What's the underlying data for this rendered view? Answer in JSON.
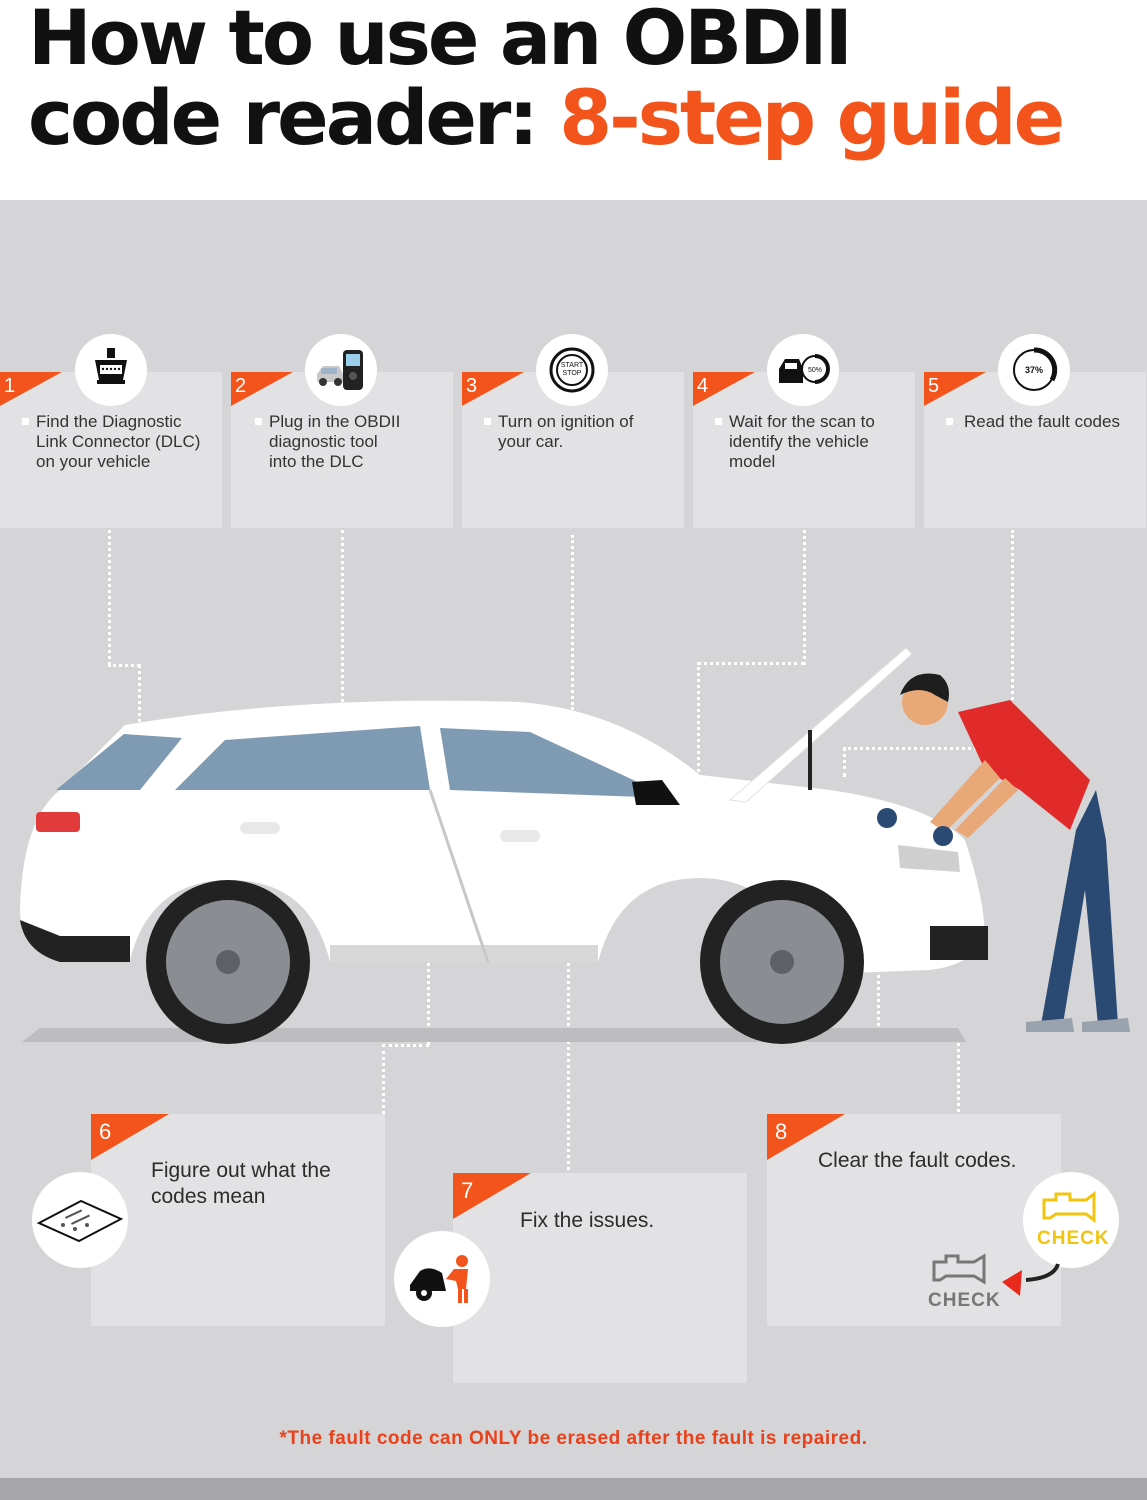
{
  "header": {
    "title_line1": "How to use an OBDII",
    "title_line2_prefix": "code reader: ",
    "title_line2_accent": "8-step guide"
  },
  "colors": {
    "accent": "#f2541b",
    "panel": "#d5d5d7",
    "card": "#e2e2e4",
    "shirt": "#e12b2b",
    "jeans": "#2b4a73",
    "check_yellow": "#f1c40f"
  },
  "steps": [
    {
      "num": "1",
      "text": "Find the Diagnostic\nLink Connector (DLC)\non your vehicle",
      "icon": "obd-connector-icon"
    },
    {
      "num": "2",
      "text": "Plug in the OBDII\ndiagnostic tool\ninto the DLC",
      "icon": "scan-tool-icon"
    },
    {
      "num": "3",
      "text": "Turn on ignition of\nyour car.",
      "icon": "start-stop-button-icon"
    },
    {
      "num": "4",
      "text": "Wait for the scan to\nidentify the vehicle\nmodel",
      "icon": "scan-progress-icon"
    },
    {
      "num": "5",
      "text": "Read the fault codes",
      "icon": "progress-ring-icon"
    },
    {
      "num": "6",
      "text": "Figure out what the\ncodes mean",
      "icon": "clipboard-icon"
    },
    {
      "num": "7",
      "text": "Fix the issues.",
      "icon": "mechanic-icon"
    },
    {
      "num": "8",
      "text": "Clear the fault codes.",
      "icon": "check-engine-icon"
    }
  ],
  "badges": {
    "step4_percent": "50%",
    "step5_percent": "37%",
    "start_label": "START",
    "stop_label": "STOP"
  },
  "check_labels": {
    "on": "CHECK",
    "off": "CHECK"
  },
  "footnote": "*The fault code can ONLY be erased after the fault is repaired."
}
